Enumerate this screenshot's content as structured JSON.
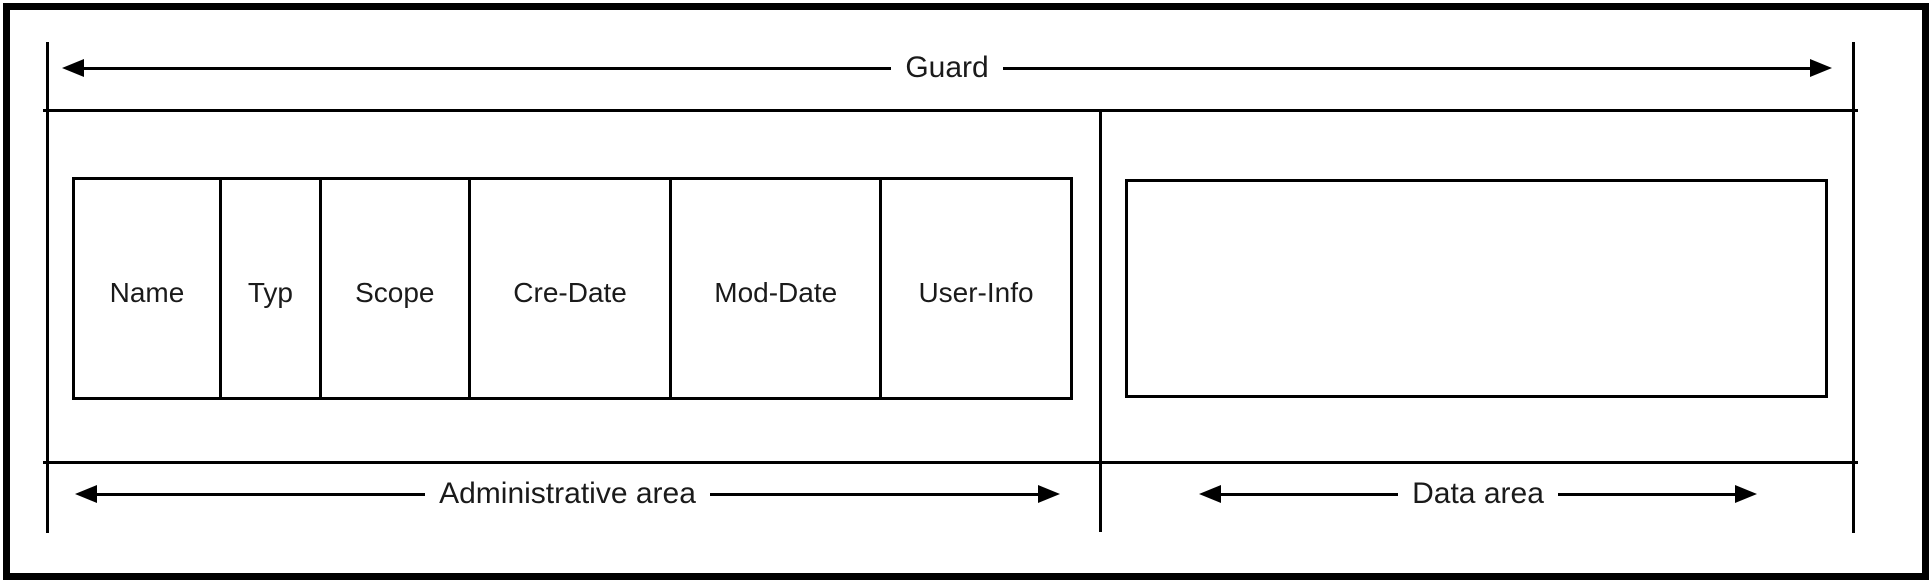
{
  "diagram": {
    "guard_label": "Guard",
    "areas": {
      "admin_label": "Administrative area",
      "data_label": "Data area"
    },
    "admin_fields": [
      "Name",
      "Typ",
      "Scope",
      "Cre-Date",
      "Mod-Date",
      "User-Info"
    ],
    "colors": {
      "line": "#000000",
      "text": "#1a1a1a",
      "background": "#ffffff"
    }
  }
}
